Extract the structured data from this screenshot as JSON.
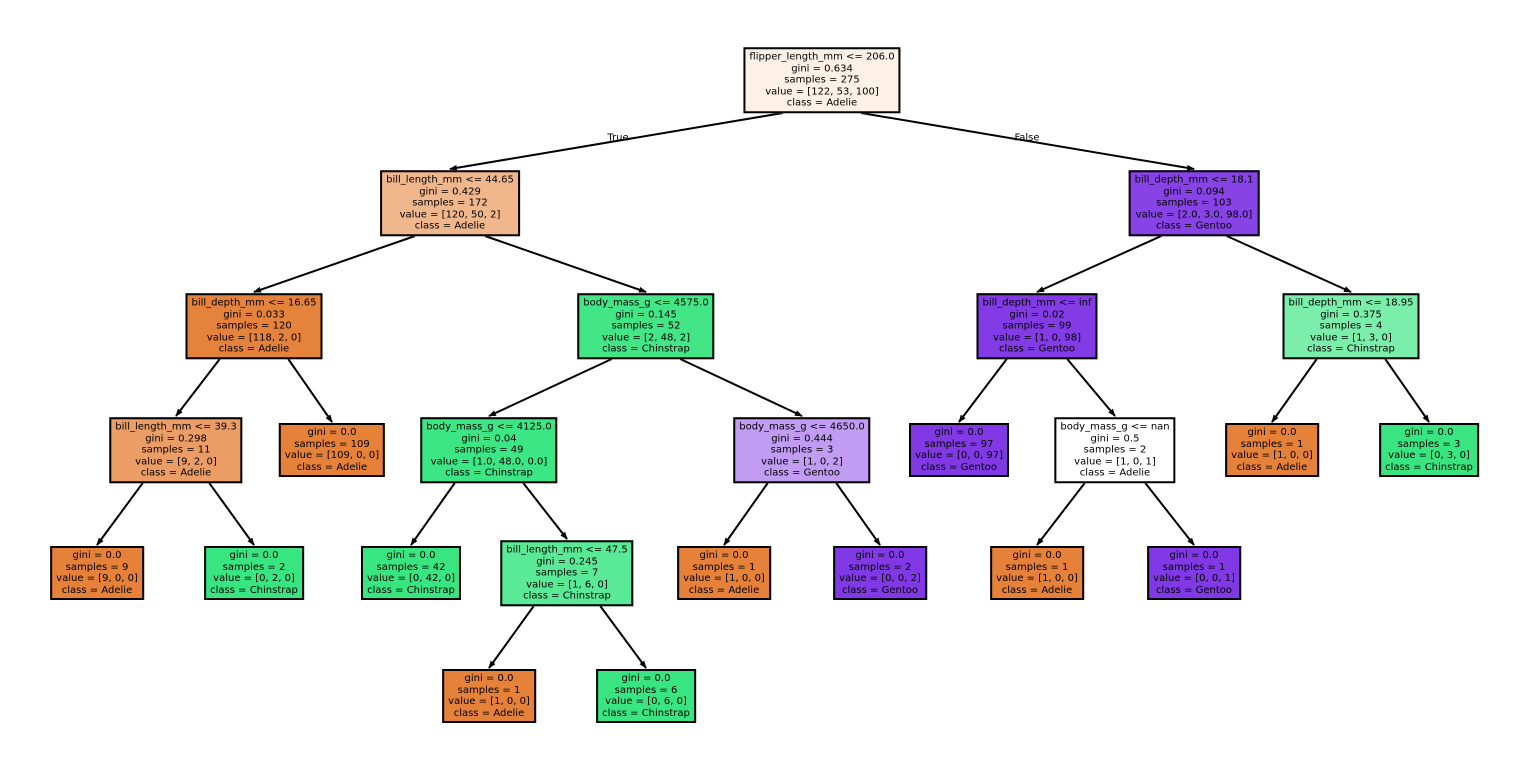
{
  "tree": {
    "edge_labels": {
      "left": "True",
      "right": "False"
    },
    "nodes": [
      {
        "id": "n0",
        "lines": [
          "flipper_length_mm <= 206.0",
          "gini = 0.634",
          "samples = 275",
          "value = [122, 53, 100]",
          "class = Adelie"
        ],
        "fill": "#fdf0e7"
      },
      {
        "id": "n1",
        "lines": [
          "bill_length_mm <= 44.65",
          "gini = 0.429",
          "samples = 172",
          "value = [120, 50, 2]",
          "class = Adelie"
        ],
        "fill": "#f0b68c"
      },
      {
        "id": "n2",
        "lines": [
          "bill_depth_mm <= 16.65",
          "gini = 0.033",
          "samples = 120",
          "value = [118, 2, 0]",
          "class = Adelie"
        ],
        "fill": "#e5823c"
      },
      {
        "id": "n3",
        "lines": [
          "bill_length_mm <= 39.3",
          "gini = 0.298",
          "samples = 11",
          "value = [9, 2, 0]",
          "class = Adelie"
        ],
        "fill": "#eb9d65"
      },
      {
        "id": "n4",
        "lines": [
          "gini = 0.0",
          "samples = 9",
          "value = [9, 0, 0]",
          "class = Adelie"
        ],
        "fill": "#e58139"
      },
      {
        "id": "n5",
        "lines": [
          "gini = 0.0",
          "samples = 2",
          "value = [0, 2, 0]",
          "class = Chinstrap"
        ],
        "fill": "#39e581"
      },
      {
        "id": "n6",
        "lines": [
          "gini = 0.0",
          "samples = 109",
          "value = [109, 0, 0]",
          "class = Adelie"
        ],
        "fill": "#e58139"
      },
      {
        "id": "n7",
        "lines": [
          "body_mass_g <= 4575.0",
          "gini = 0.145",
          "samples = 52",
          "value = [2, 48, 2]",
          "class = Chinstrap"
        ],
        "fill": "#42e687"
      },
      {
        "id": "n8",
        "lines": [
          "body_mass_g <= 4125.0",
          "gini = 0.04",
          "samples = 49",
          "value = [1.0, 48.0, 0.0]",
          "class = Chinstrap"
        ],
        "fill": "#3de684"
      },
      {
        "id": "n9",
        "lines": [
          "gini = 0.0",
          "samples = 42",
          "value = [0, 42, 0]",
          "class = Chinstrap"
        ],
        "fill": "#39e581"
      },
      {
        "id": "n10",
        "lines": [
          "bill_length_mm <= 47.5",
          "gini = 0.245",
          "samples = 7",
          "value = [1, 6, 0]",
          "class = Chinstrap"
        ],
        "fill": "#5ae996"
      },
      {
        "id": "n11",
        "lines": [
          "gini = 0.0",
          "samples = 1",
          "value = [1, 0, 0]",
          "class = Adelie"
        ],
        "fill": "#e58139"
      },
      {
        "id": "n12",
        "lines": [
          "gini = 0.0",
          "samples = 6",
          "value = [0, 6, 0]",
          "class = Chinstrap"
        ],
        "fill": "#39e581"
      },
      {
        "id": "n13",
        "lines": [
          "body_mass_g <= 4650.0",
          "gini = 0.444",
          "samples = 3",
          "value = [1, 0, 2]",
          "class = Gentoo"
        ],
        "fill": "#c09cf2"
      },
      {
        "id": "n14",
        "lines": [
          "gini = 0.0",
          "samples = 1",
          "value = [1, 0, 0]",
          "class = Adelie"
        ],
        "fill": "#e58139"
      },
      {
        "id": "n15",
        "lines": [
          "gini = 0.0",
          "samples = 2",
          "value = [0, 0, 2]",
          "class = Gentoo"
        ],
        "fill": "#8139e5"
      },
      {
        "id": "n16",
        "lines": [
          "bill_depth_mm <= 18.1",
          "gini = 0.094",
          "samples = 103",
          "value = [2.0, 3.0, 98.0]",
          "class = Gentoo"
        ],
        "fill": "#8743e6"
      },
      {
        "id": "n17",
        "lines": [
          "bill_depth_mm <= inf",
          "gini = 0.02",
          "samples = 99",
          "value = [1, 0, 98]",
          "class = Gentoo"
        ],
        "fill": "#823be5"
      },
      {
        "id": "n18",
        "lines": [
          "gini = 0.0",
          "samples = 97",
          "value = [0, 0, 97]",
          "class = Gentoo"
        ],
        "fill": "#8139e5"
      },
      {
        "id": "n19",
        "lines": [
          "body_mass_g <= nan",
          "gini = 0.5",
          "samples = 2",
          "value = [1, 0, 1]",
          "class = Adelie"
        ],
        "fill": "#ffffff"
      },
      {
        "id": "n20",
        "lines": [
          "gini = 0.0",
          "samples = 1",
          "value = [1, 0, 0]",
          "class = Adelie"
        ],
        "fill": "#e58139"
      },
      {
        "id": "n21",
        "lines": [
          "gini = 0.0",
          "samples = 1",
          "value = [0, 0, 1]",
          "class = Gentoo"
        ],
        "fill": "#8139e5"
      },
      {
        "id": "n22",
        "lines": [
          "bill_depth_mm <= 18.95",
          "gini = 0.375",
          "samples = 4",
          "value = [1, 3, 0]",
          "class = Chinstrap"
        ],
        "fill": "#7beeab"
      },
      {
        "id": "n23",
        "lines": [
          "gini = 0.0",
          "samples = 1",
          "value = [1, 0, 0]",
          "class = Adelie"
        ],
        "fill": "#e58139"
      },
      {
        "id": "n24",
        "lines": [
          "gini = 0.0",
          "samples = 3",
          "value = [0, 3, 0]",
          "class = Chinstrap"
        ],
        "fill": "#39e581"
      }
    ],
    "edges": [
      [
        "n0",
        "n1"
      ],
      [
        "n0",
        "n16"
      ],
      [
        "n1",
        "n2"
      ],
      [
        "n1",
        "n7"
      ],
      [
        "n2",
        "n3"
      ],
      [
        "n2",
        "n6"
      ],
      [
        "n3",
        "n4"
      ],
      [
        "n3",
        "n5"
      ],
      [
        "n7",
        "n8"
      ],
      [
        "n7",
        "n13"
      ],
      [
        "n8",
        "n9"
      ],
      [
        "n8",
        "n10"
      ],
      [
        "n10",
        "n11"
      ],
      [
        "n10",
        "n12"
      ],
      [
        "n13",
        "n14"
      ],
      [
        "n13",
        "n15"
      ],
      [
        "n16",
        "n17"
      ],
      [
        "n16",
        "n22"
      ],
      [
        "n17",
        "n18"
      ],
      [
        "n17",
        "n19"
      ],
      [
        "n19",
        "n20"
      ],
      [
        "n19",
        "n21"
      ],
      [
        "n22",
        "n23"
      ],
      [
        "n22",
        "n24"
      ]
    ]
  }
}
